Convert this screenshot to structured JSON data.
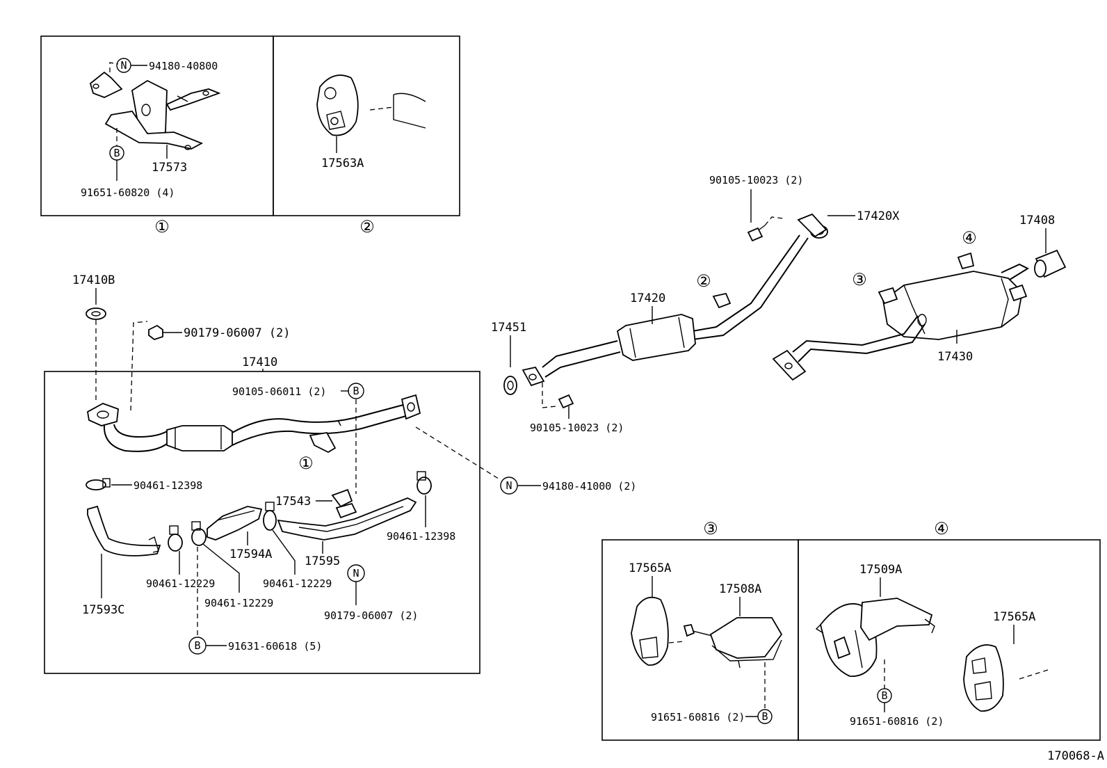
{
  "inset_1": {
    "bolt_circle": "N",
    "bolt": "94180-40800",
    "bracket": "17573",
    "bolt_b_circle": "B",
    "bolt_b": "91651-60820 (4)",
    "caption": "①"
  },
  "inset_2": {
    "hanger": "17563A",
    "caption": "②"
  },
  "inset_3": {
    "caption": "③",
    "hanger": "17565A",
    "bracket": "17508A",
    "bolt": "91651-60816 (2)",
    "bolt_circle": "B"
  },
  "inset_4": {
    "caption": "④",
    "bracket": "17509A",
    "hanger": "17565A",
    "bolt_circle": "B",
    "bolt": "91651-60816 (2)"
  },
  "front_pipe": {
    "gasket": "17410B",
    "nut": "90179-06007 (2)",
    "assembly": "17410",
    "bolt_top": "90105-06011 (2)",
    "bolt_top_circle": "B",
    "support_circle": "①",
    "bolt_n_circle": "N",
    "bolt_n": "94180-41000 (2)",
    "clamp_1": "90461-12398",
    "bracket_1": "17543",
    "clamp_2": "90461-12398",
    "insulator_1": "17593C",
    "clamp_3": "90461-12229",
    "clamp_4": "90461-12229",
    "insulator_2": "17594A",
    "clamp_5": "90461-12229",
    "insulator_3": "17595",
    "nut_circle": "N",
    "bolt_b_circle": "B",
    "bolt_b": "91631-60618 (5)"
  },
  "center_pipe": {
    "gasket": "17451",
    "pipe": "17420",
    "support_circle": "②",
    "bolt_top": "90105-10023 (2)",
    "gasket_rear": "17420X",
    "bolt_bottom": "90105-10023 (2)"
  },
  "tail_pipe": {
    "tip": "17408",
    "support_circle_4": "④",
    "support_circle_3": "③",
    "muffler": "17430"
  },
  "figure_code": "170068-A"
}
